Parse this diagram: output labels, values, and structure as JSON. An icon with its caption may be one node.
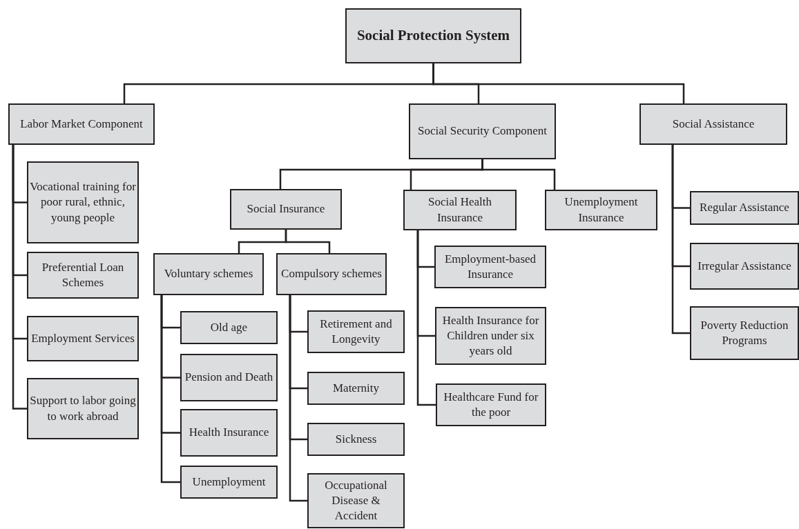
{
  "diagram": {
    "nodes": [
      {
        "text": [
          "Social Protection System"
        ]
      },
      {
        "text": [
          "Labor Market Component"
        ]
      },
      {
        "text": [
          "Vocational training for poor rural, ethnic, young people"
        ]
      },
      {
        "text": [
          "Preferential Loan Schemes"
        ]
      },
      {
        "text": [
          "Employment Services"
        ]
      },
      {
        "text": [
          "Support to labor going to work abroad"
        ]
      },
      {
        "text": [
          "Social Security Component"
        ]
      },
      {
        "text": [
          "Social Insurance"
        ]
      },
      {
        "text": [
          "Voluntary schemes"
        ]
      },
      {
        "text": [
          "Compulsory schemes"
        ]
      },
      {
        "text": [
          "Old age"
        ]
      },
      {
        "text": [
          "Pension and Death"
        ]
      },
      {
        "text": [
          "Health Insurance"
        ]
      },
      {
        "text": [
          "Unemployment"
        ]
      },
      {
        "text": [
          "Retirement and Longevity"
        ]
      },
      {
        "text": [
          "Maternity"
        ]
      },
      {
        "text": [
          "Sickness"
        ]
      },
      {
        "text": [
          "Occupational Disease & Accident"
        ]
      },
      {
        "text": [
          "Social Health Insurance"
        ]
      },
      {
        "text": [
          "Unemployment Insurance"
        ]
      },
      {
        "text": [
          "Employment-based Insurance"
        ]
      },
      {
        "text": [
          "Health Insurance for Children under six years old"
        ]
      },
      {
        "text": [
          "Healthcare Fund for the poor"
        ]
      },
      {
        "text": [
          "Social Assistance"
        ]
      },
      {
        "text": [
          "Regular Assistance"
        ]
      },
      {
        "text": [
          "Irregular Assistance"
        ]
      },
      {
        "text": [
          "Poverty Reduction Programs"
        ]
      }
    ],
    "edges": [
      {
        "from": 0,
        "to": 1,
        "arrow": "none"
      },
      {
        "from": 0,
        "to": 6,
        "arrow": "none"
      },
      {
        "from": 0,
        "to": 23,
        "arrow": "none"
      },
      {
        "from": 1,
        "to": 2,
        "arrow": "none"
      },
      {
        "from": 1,
        "to": 3,
        "arrow": "none"
      },
      {
        "from": 1,
        "to": 4,
        "arrow": "none"
      },
      {
        "from": 1,
        "to": 5,
        "arrow": "none"
      },
      {
        "from": 6,
        "to": 7,
        "arrow": "none"
      },
      {
        "from": 6,
        "to": 18,
        "arrow": "none"
      },
      {
        "from": 6,
        "to": 19,
        "arrow": "none"
      },
      {
        "from": 7,
        "to": 8,
        "arrow": "none"
      },
      {
        "from": 7,
        "to": 9,
        "arrow": "none"
      },
      {
        "from": 8,
        "to": 10,
        "arrow": "none"
      },
      {
        "from": 8,
        "to": 11,
        "arrow": "none"
      },
      {
        "from": 8,
        "to": 12,
        "arrow": "none"
      },
      {
        "from": 8,
        "to": 13,
        "arrow": "none"
      },
      {
        "from": 9,
        "to": 14,
        "arrow": "none"
      },
      {
        "from": 9,
        "to": 15,
        "arrow": "none"
      },
      {
        "from": 9,
        "to": 16,
        "arrow": "none"
      },
      {
        "from": 9,
        "to": 17,
        "arrow": "none"
      },
      {
        "from": 18,
        "to": 20,
        "arrow": "none"
      },
      {
        "from": 18,
        "to": 21,
        "arrow": "none"
      },
      {
        "from": 18,
        "to": 22,
        "arrow": "none"
      },
      {
        "from": 23,
        "to": 24,
        "arrow": "none"
      },
      {
        "from": 23,
        "to": 25,
        "arrow": "none"
      },
      {
        "from": 23,
        "to": 26,
        "arrow": "none"
      }
    ]
  }
}
